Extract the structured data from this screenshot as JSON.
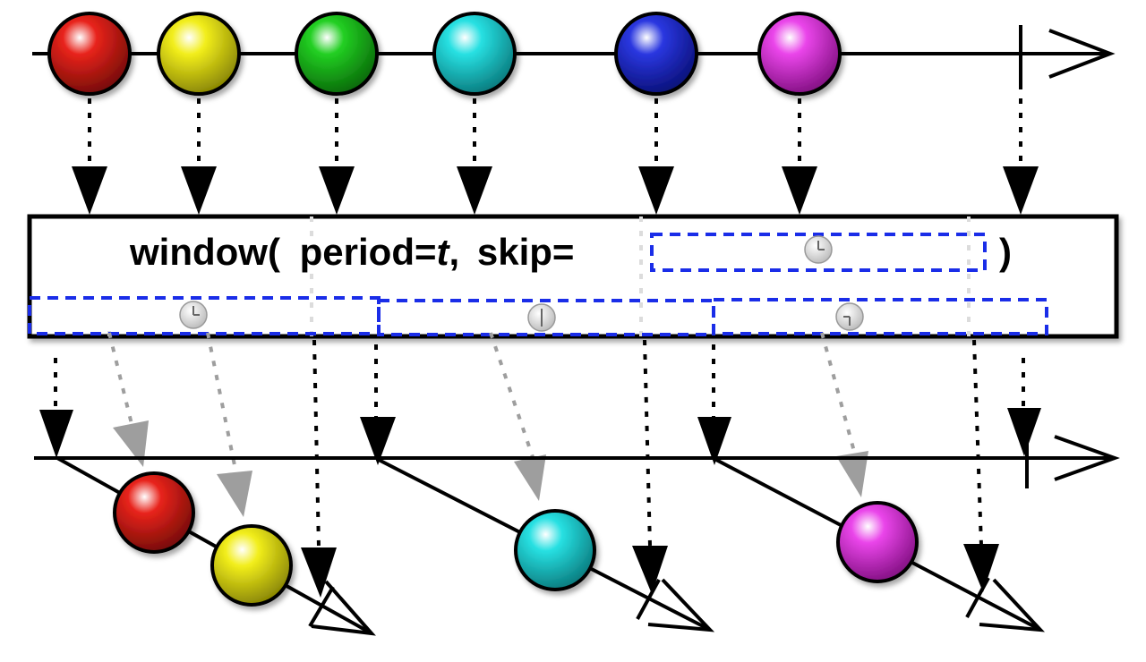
{
  "operator": {
    "name": "window(",
    "param1": "period=",
    "param1_value": "t",
    "separator": ",",
    "param2": "skip=",
    "close_paren": ")"
  },
  "marbles": {
    "source": [
      {
        "name": "red",
        "color": "#e8231b"
      },
      {
        "name": "yellow",
        "color": "#f2ee1b"
      },
      {
        "name": "green",
        "color": "#22cf22"
      },
      {
        "name": "cyan",
        "color": "#27e0e2"
      },
      {
        "name": "blue",
        "color": "#2a37e0"
      },
      {
        "name": "magenta",
        "color": "#ea45ea"
      }
    ],
    "window_1": [
      "red",
      "yellow"
    ],
    "window_2": [
      "cyan"
    ],
    "window_3": [
      "magenta"
    ]
  },
  "colors": {
    "timer_box": "#1a2de8",
    "arrow": "#000000",
    "ghost_arrow": "#9e9e9e"
  },
  "icons": {
    "timer": "clock-icon",
    "completion": "completion-tick"
  }
}
